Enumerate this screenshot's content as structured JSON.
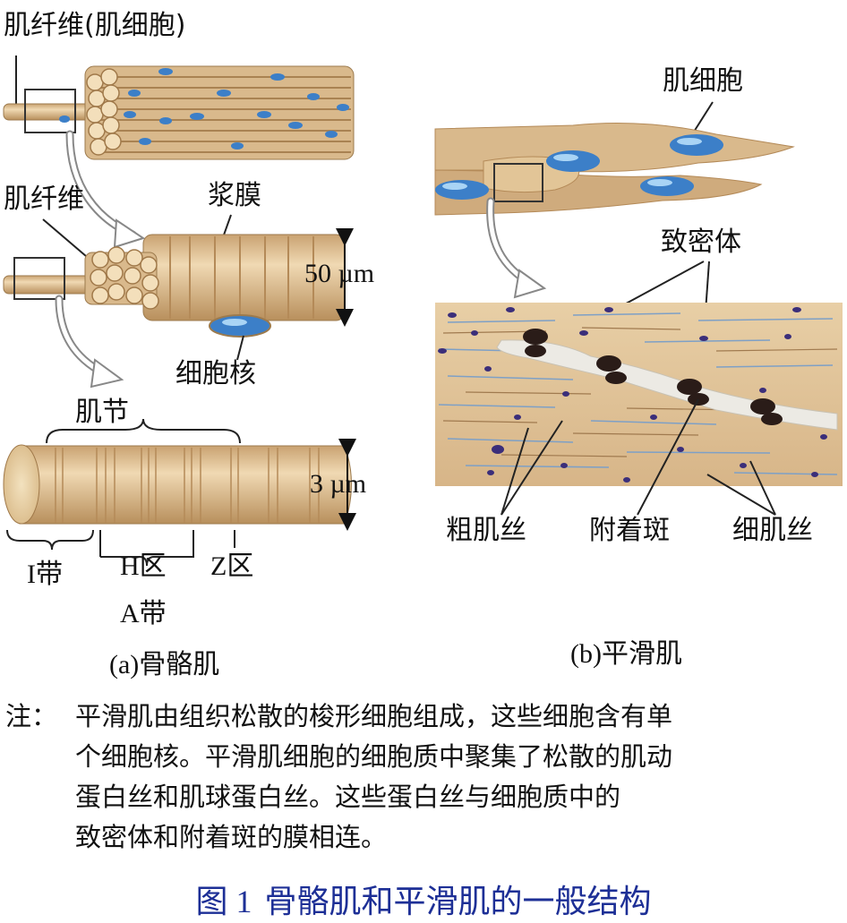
{
  "panel_a": {
    "fiber_bundle_label": "肌纤维(肌细胞)",
    "fiber_label": "肌纤维",
    "membrane_label": "浆膜",
    "diameter_1": "50 µm",
    "nucleus_label": "细胞核",
    "sarcomere_label": "肌节",
    "diameter_2": "3 µm",
    "i_band": "I带",
    "h_zone": "H区",
    "z_zone": "Z区",
    "a_band": "A带",
    "caption": "(a)骨骼肌"
  },
  "panel_b": {
    "cell_label": "肌细胞",
    "dense_body_label": "致密体",
    "thick_filament_label": "粗肌丝",
    "attachment_label": "附着斑",
    "thin_filament_label": "细肌丝",
    "caption": "(b)平滑肌"
  },
  "note": {
    "prefix": "注：",
    "line1": "平滑肌由组织松散的梭形细胞组成，这些细胞含有单",
    "line2": "个细胞核。平滑肌细胞的细胞质中聚集了松散的肌动",
    "line3": "蛋白丝和肌球蛋白丝。这些蛋白丝与细胞质中的",
    "line4": "致密体和附着斑的膜相连。"
  },
  "figure_caption": {
    "number": "图 1",
    "text": "骨骼肌和平滑肌的一般结构"
  },
  "colors": {
    "muscle_tan": "#d9b98c",
    "muscle_dark": "#b88f5c",
    "nucleus_blue": "#3c7fc8",
    "dense_body_black": "#2a1c18",
    "caption_blue": "#1d2f96"
  }
}
